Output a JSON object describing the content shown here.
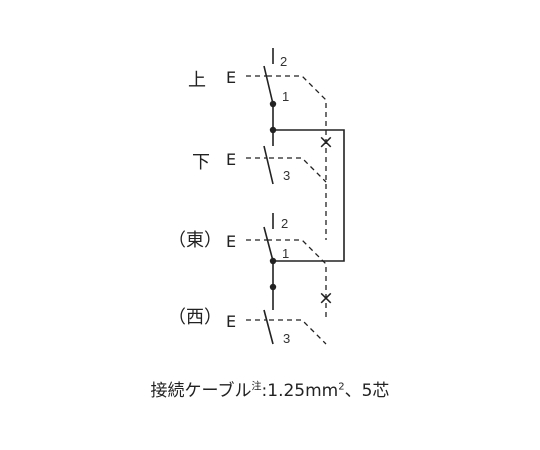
{
  "switches": [
    {
      "label": "上",
      "e_letter": "E",
      "upper_terminal": "2",
      "lower_terminal": "1"
    },
    {
      "label": "下",
      "e_letter": "E",
      "lower_terminal": "3"
    },
    {
      "label": "（東）",
      "e_letter": "E",
      "upper_terminal": "2",
      "lower_terminal": "1"
    },
    {
      "label": "（西）",
      "e_letter": "E",
      "lower_terminal": "3"
    }
  ],
  "break_marks": [
    "×",
    "×"
  ],
  "caption": {
    "prefix": "接続ケーブル",
    "note": "注",
    "value": ":1.25mm",
    "exponent": "2",
    "suffix": "、5芯"
  }
}
